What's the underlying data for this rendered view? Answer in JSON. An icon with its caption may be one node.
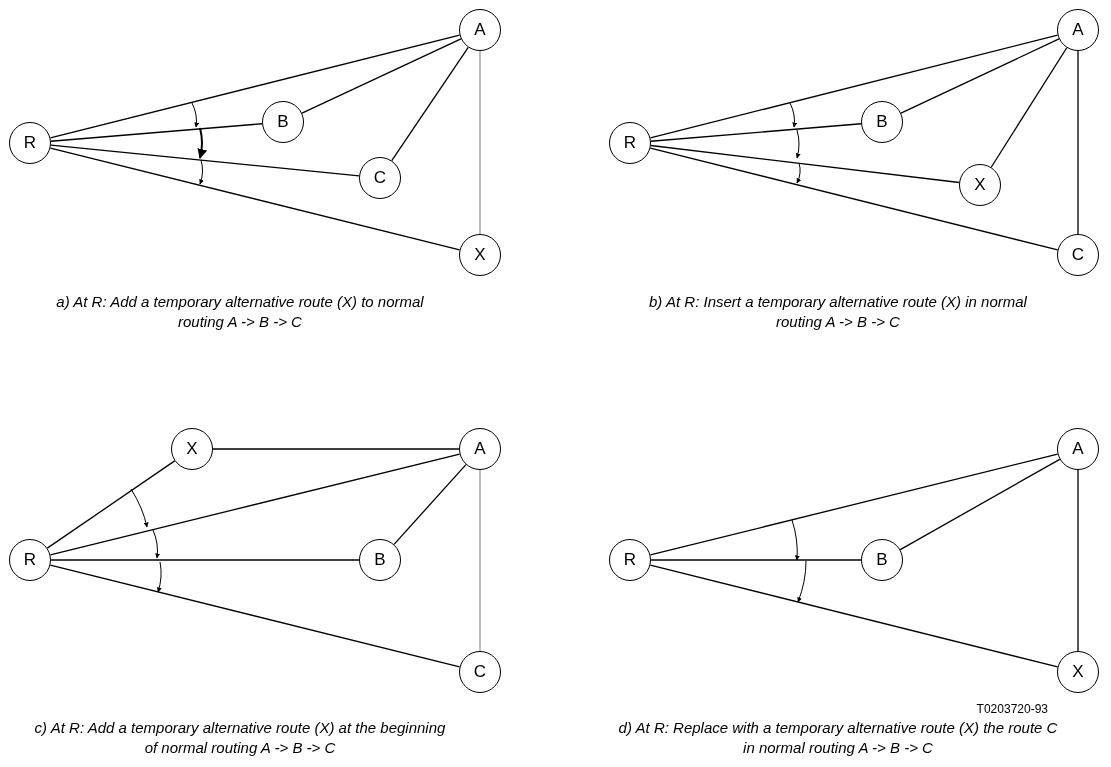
{
  "diagram": {
    "nodes": [
      {
        "text": [
          "A"
        ]
      },
      {
        "text": [
          "B"
        ]
      },
      {
        "text": [
          "R"
        ]
      },
      {
        "text": [
          "C"
        ]
      },
      {
        "text": [
          "X"
        ]
      },
      {
        "text": [
          "A"
        ]
      },
      {
        "text": [
          "B"
        ]
      },
      {
        "text": [
          "R"
        ]
      },
      {
        "text": [
          "X"
        ]
      },
      {
        "text": [
          "C"
        ]
      },
      {
        "text": [
          "X"
        ]
      },
      {
        "text": [
          "A"
        ]
      },
      {
        "text": [
          "R"
        ]
      },
      {
        "text": [
          "B"
        ]
      },
      {
        "text": [
          "C"
        ]
      },
      {
        "text": [
          "A"
        ]
      },
      {
        "text": [
          "R"
        ]
      },
      {
        "text": [
          "B"
        ]
      },
      {
        "text": [
          "X"
        ]
      }
    ],
    "edges": [
      {
        "from": 2,
        "to": 0,
        "arrow": "none"
      },
      {
        "from": 2,
        "to": 1,
        "arrow": "none"
      },
      {
        "from": 2,
        "to": 3,
        "arrow": "none"
      },
      {
        "from": 2,
        "to": 4,
        "arrow": "none"
      },
      {
        "from": 1,
        "to": 0,
        "arrow": "none"
      },
      {
        "from": 3,
        "to": 0,
        "arrow": "none"
      },
      {
        "from": 4,
        "to": 0,
        "arrow": "none",
        "color": "#999999"
      },
      {
        "from": 7,
        "to": 5,
        "arrow": "none"
      },
      {
        "from": 7,
        "to": 6,
        "arrow": "none"
      },
      {
        "from": 7,
        "to": 8,
        "arrow": "none"
      },
      {
        "from": 7,
        "to": 9,
        "arrow": "none"
      },
      {
        "from": 6,
        "to": 5,
        "arrow": "none"
      },
      {
        "from": 8,
        "to": 5,
        "arrow": "none"
      },
      {
        "from": 9,
        "to": 5,
        "arrow": "none"
      },
      {
        "from": 12,
        "to": 10,
        "arrow": "none"
      },
      {
        "from": 10,
        "to": 11,
        "arrow": "none"
      },
      {
        "from": 12,
        "to": 11,
        "arrow": "none"
      },
      {
        "from": 12,
        "to": 13,
        "arrow": "none"
      },
      {
        "from": 12,
        "to": 14,
        "arrow": "none"
      },
      {
        "from": 13,
        "to": 11,
        "arrow": "none"
      },
      {
        "from": 14,
        "to": 11,
        "arrow": "none",
        "color": "#999999"
      },
      {
        "from": 16,
        "to": 15,
        "arrow": "none"
      },
      {
        "from": 16,
        "to": 17,
        "arrow": "none"
      },
      {
        "from": 16,
        "to": 18,
        "arrow": "none"
      },
      {
        "from": 17,
        "to": 15,
        "arrow": "none"
      },
      {
        "from": 18,
        "to": 15,
        "arrow": "none"
      }
    ],
    "labels": [
      "a) At R: Add a temporary alternative route (X) to normal routing A -> B -> C",
      "b) At R: Insert a temporary alternative route (X) in normal routing A -> B -> C",
      "T0203720-93",
      "c) At R: Add a temporary alternative route (X) at the beginning of normal routing A -> B -> C",
      "d) At R: Replace with a temporary alternative route (X) the route C in normal routing A -> B -> C"
    ]
  }
}
